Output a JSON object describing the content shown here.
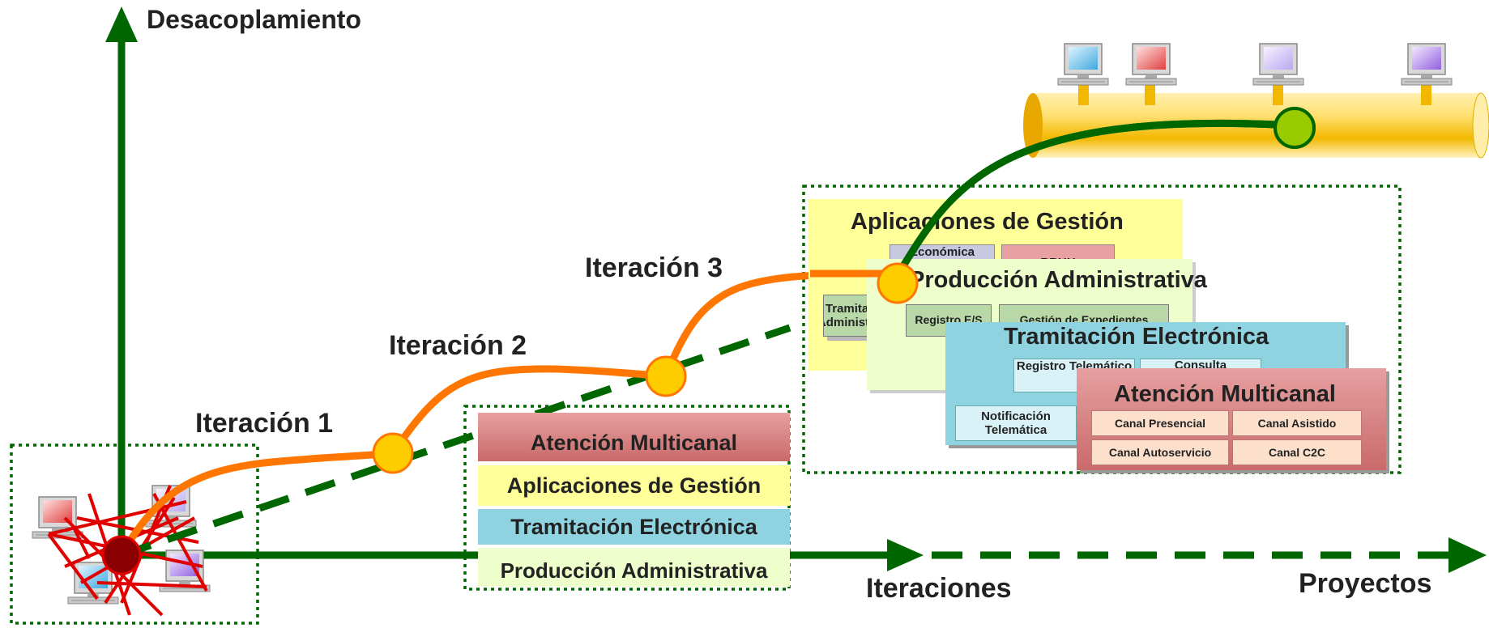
{
  "axes": {
    "y_label": "Desacoplamiento",
    "x_label": "Iteraciones",
    "x2_label": "Proyectos"
  },
  "iterations": [
    "Iteración 1",
    "Iteración 2",
    "Iteración 3"
  ],
  "stack_small": {
    "atencion": "Atención Multicanal",
    "aplicaciones": "Aplicaciones de Gestión",
    "tramitacion": "Tramitación Electrónica",
    "produccion": "Producción Administrativa"
  },
  "stack_large": {
    "aplicaciones": {
      "title": "Aplicaciones de Gestión",
      "items": [
        "Económica",
        "RRHH",
        "Tramitación Administrativa"
      ]
    },
    "produccion": {
      "title": "Producción Administrativa",
      "items": [
        "Registro E/S",
        "Gestión de Expedientes"
      ]
    },
    "tramitacion": {
      "title": "Tramitación Electrónica",
      "items": [
        "Registro Telemático",
        "Consulta",
        "Notificación Telemática"
      ]
    },
    "atencion": {
      "title": "Atención Multicanal",
      "items": [
        "Canal Presencial",
        "Canal Asistido",
        "Canal Autoservicio",
        "Canal C2C"
      ]
    }
  },
  "colors": {
    "axis_green": "#006600",
    "orange_curve": "#ff7700",
    "node_yellow": "#ffcc00",
    "node_red": "#8b0000",
    "node_green": "#99cc00",
    "atencion": "#d17a7a",
    "aplicaciones": "#ffff99",
    "tramitacion": "#8fd3e0",
    "produccion": "#eeffcc",
    "bus_yellow": "#ffd84a",
    "net_red": "#e00000"
  }
}
